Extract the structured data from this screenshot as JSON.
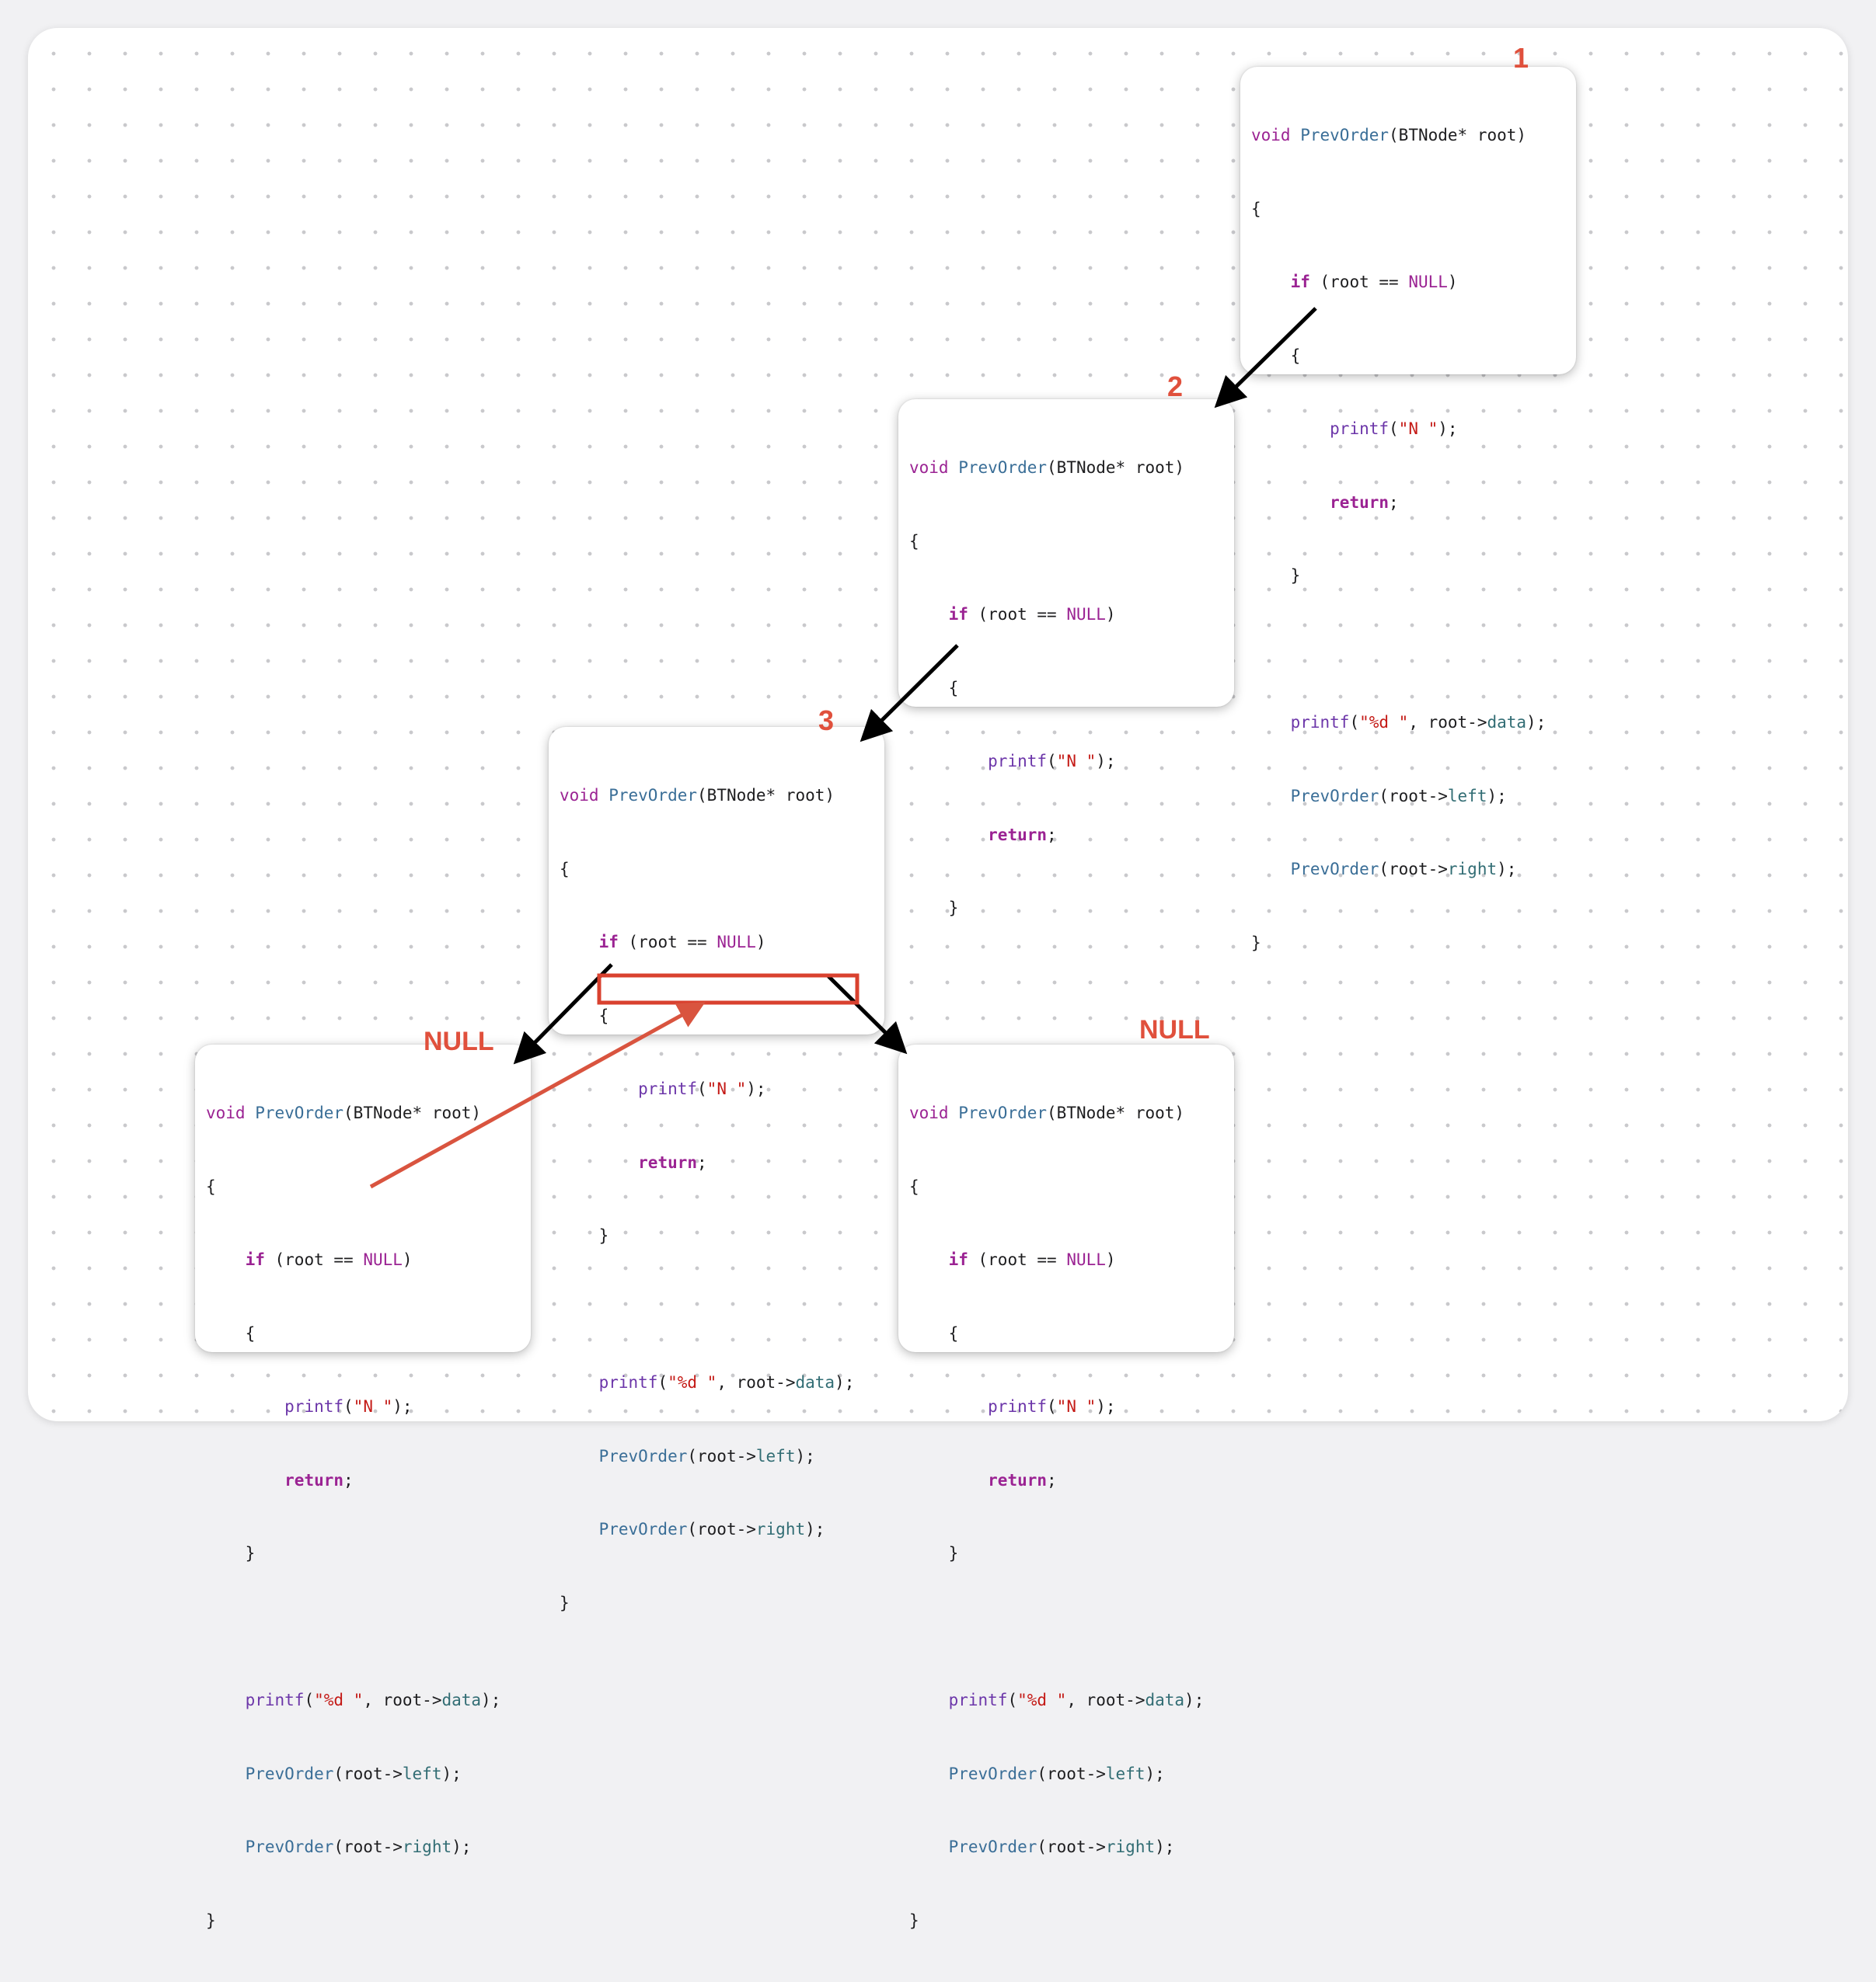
{
  "cards": [
    {
      "id": "card-1",
      "label": "1"
    },
    {
      "id": "card-2",
      "label": "2"
    },
    {
      "id": "card-3",
      "label": "3"
    },
    {
      "id": "card-left",
      "label": "NULL"
    },
    {
      "id": "card-right",
      "label": "NULL"
    }
  ],
  "code": {
    "l1": {
      "void": "void",
      "name": "PrevOrder",
      "params": "(BTNode* root)"
    },
    "l2": "{",
    "l3": {
      "if": "if",
      "cond_a": " (root == ",
      "null": "NULL",
      "cond_b": ")"
    },
    "l4": "{",
    "l5": {
      "printf": "printf",
      "open": "(",
      "str": "\"N \"",
      "close": ");"
    },
    "l6": {
      "ret": "return",
      "semi": ";"
    },
    "l7": "}",
    "l8": {
      "printf": "printf",
      "open": "(",
      "str": "\"%d \"",
      "mid": ", root->",
      "mem": "data",
      "close": ");"
    },
    "l9": {
      "fn": "PrevOrder",
      "open": "(root->",
      "mem": "left",
      "close": ");"
    },
    "l10": {
      "fn": "PrevOrder",
      "open": "(root->",
      "mem": "right",
      "close": ");"
    },
    "l11": "}"
  },
  "colors": {
    "annotation": "#e0503c",
    "arrow": "#000000",
    "highlight_box": "#d9412f",
    "return_arrow": "#d9543f"
  }
}
